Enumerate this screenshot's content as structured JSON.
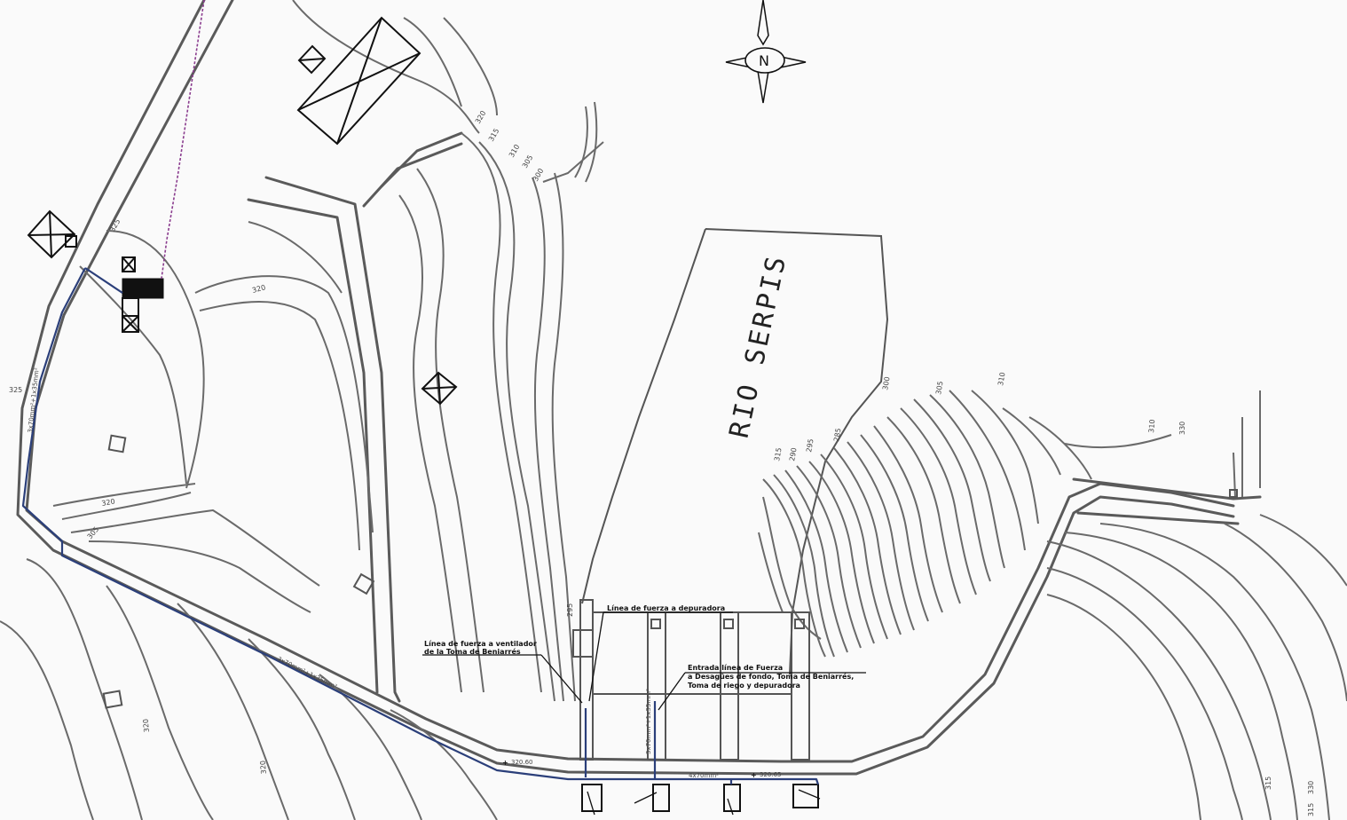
{
  "river_label": "RIO SERPIS",
  "compass_letter": "N",
  "annotations": {
    "linea_depuradora": "Línea de fuerza a depuradora",
    "linea_ventilador_1": "Línea de fuerza a ventilador",
    "linea_ventilador_2": "de la Toma de Beniarrés",
    "entrada_1": "Entrada línea de Fuerza",
    "entrada_2": "a Desagües de fondo, Toma de Beniarrés,",
    "entrada_3": "Toma de riego y depuradora"
  },
  "cable_labels": {
    "vertical_left": "3x70mm²+1x35mm²",
    "diagonal": "3x70mm²+1x35mm²",
    "center_vertical": "3x70mm²+1x35mm²",
    "bottom": "4x70mm²"
  },
  "spot_elevations": {
    "left": "320.60",
    "right": "320.65"
  },
  "contour_labels": {
    "c1": "325",
    "c2": "320",
    "c3": "315",
    "c4": "310",
    "c5": "305",
    "c6": "300",
    "c7": "295",
    "c8": "320",
    "c9": "320",
    "c10": "305",
    "c11": "300",
    "c12": "305",
    "c13": "310",
    "c14": "315",
    "c15": "290",
    "c16": "295",
    "c17": "285",
    "c18": "310",
    "c19": "320",
    "c20": "320",
    "c21": "315",
    "c22": "315",
    "c23": "330",
    "c24": "325",
    "c25": "330"
  },
  "colors": {
    "cable": "#2b3f7a",
    "overhead_line": "#8a3c8e",
    "lines": "#5a5a5a"
  }
}
